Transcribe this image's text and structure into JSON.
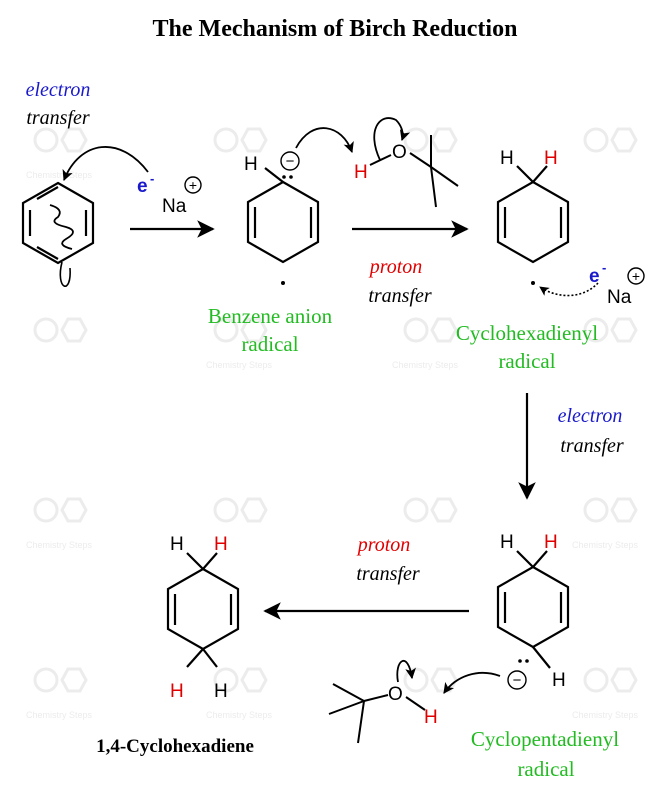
{
  "title": "The Mechanism of Birch Reduction",
  "watermark": "Chemistry Steps",
  "colors": {
    "electron": "#1a1acc",
    "proton": "#e00000",
    "green": "#22bb22",
    "black": "#000000",
    "watermark": "#ececec"
  },
  "labels": {
    "electron_transfer_1": {
      "line1": "electron",
      "line2": "transfer"
    },
    "proton_transfer_1": {
      "line1": "proton",
      "line2": "transfer"
    },
    "electron_transfer_2": {
      "line1": "electron",
      "line2": "transfer"
    },
    "proton_transfer_2": {
      "line1": "proton",
      "line2": "transfer"
    }
  },
  "species": {
    "benzene_anion_radical": {
      "line1": "Benzene anion",
      "line2": "radical"
    },
    "cyclohexadienyl_radical": {
      "line1": "Cyclohexadienyl",
      "line2": "radical"
    },
    "cyclopentadienyl_radical": {
      "line1": "Cyclopentadienyl",
      "line2": "radical"
    },
    "product": "1,4-Cyclohexadiene"
  },
  "atoms": {
    "electron": "e",
    "electron_charge": "-",
    "sodium": "Na",
    "plus": "+",
    "minus": "−",
    "hydrogen": "H",
    "oxygen": "O"
  }
}
